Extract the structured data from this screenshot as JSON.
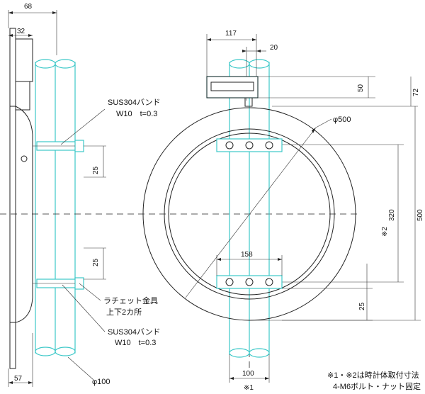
{
  "drawing": {
    "side_view": {
      "dim_top": "68",
      "dim_mid": "32",
      "dim_bottom": "57",
      "band_upper_1": "SUS304バンド",
      "band_upper_2": "W10　t=0.3",
      "band_lower_1": "SUS304バンド",
      "band_lower_2": "W10　t=0.3",
      "ratchet_1": "ラチェット金具",
      "ratchet_2": "上下2カ所",
      "gap_upper": "25",
      "gap_lower": "25",
      "pole_diameter": "φ100"
    },
    "front_view": {
      "dim_117": "117",
      "dim_20": "20",
      "dim_50": "50",
      "dim_72": "72",
      "clock_diameter": "φ500",
      "dim_320": "320",
      "dim_320_mark": "※2",
      "dim_500": "500",
      "dim_158": "158",
      "dim_25": "25",
      "dim_100": "100",
      "dim_100_mark": "※1"
    },
    "notes": {
      "line1": "※1・※2は時計体取付寸法",
      "line2": "4-M6ボルト・ナット固定"
    }
  }
}
